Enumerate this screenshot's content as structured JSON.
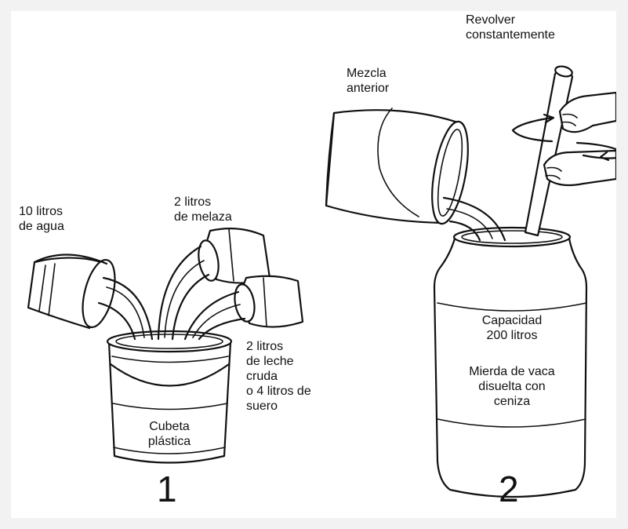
{
  "step1": {
    "number": "1",
    "label_water": "10 litros\nde agua",
    "label_molasses": "2 litros\nde melaza",
    "label_milk": "2 litros\nde leche\ncruda\no 4 litros de\nsuero",
    "label_bucket": "Cubeta\nplástica"
  },
  "step2": {
    "number": "2",
    "label_stir": "Revolver\nconstantemente",
    "label_previous": "Mezcla\nanterior",
    "label_capacity": "Capacidad\n200 litros",
    "label_content": "Mierda de vaca\ndisuelta con\nceniza"
  },
  "colors": {
    "frame_background": "#f2f2f2",
    "panel_background": "#ffffff",
    "ink": "#111111"
  }
}
